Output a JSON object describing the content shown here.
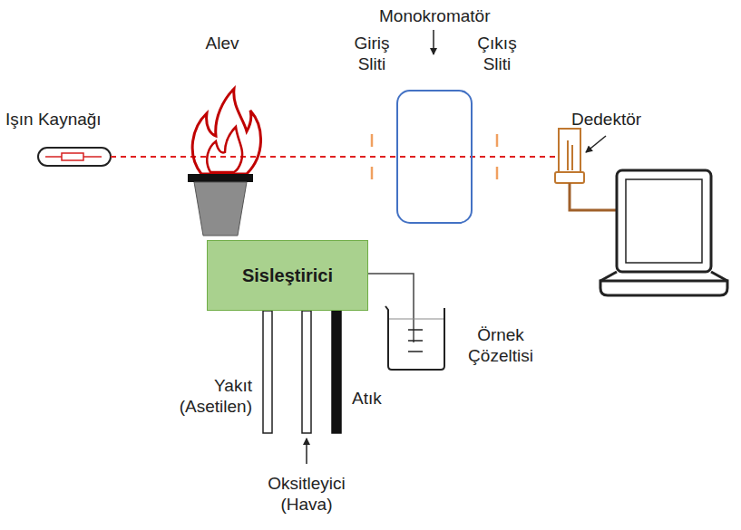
{
  "diagram": {
    "nodes": [
      {
        "text": [
          "Sisleştirici"
        ]
      }
    ],
    "edges": [],
    "labels": [
      "Monokromatör",
      "Alev",
      "Giriş Sliti",
      "Çıkış Sliti",
      "Işın Kaynağı",
      "Dedektör",
      "Örnek Çözeltisi",
      "Yakıt (Asetilen)",
      "Atık",
      "Oksitleyici (Hava)"
    ]
  }
}
